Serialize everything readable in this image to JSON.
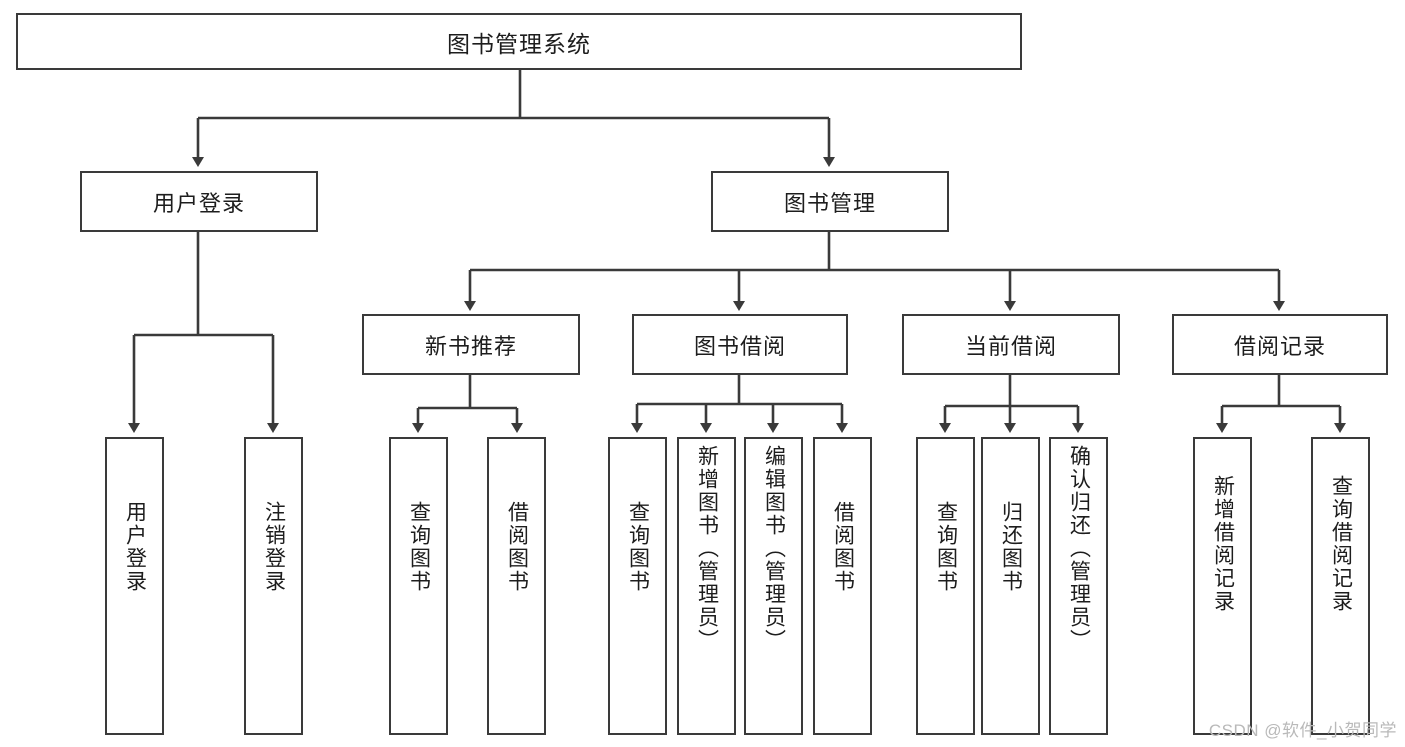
{
  "diagram": {
    "type": "tree",
    "title_node": {
      "label": "图书管理系统"
    },
    "level1": [
      {
        "label": "用户登录"
      },
      {
        "label": "图书管理"
      }
    ],
    "level2": [
      {
        "label": "新书推荐"
      },
      {
        "label": "图书借阅"
      },
      {
        "label": "当前借阅"
      },
      {
        "label": "借阅记录"
      }
    ],
    "leaves": {
      "user_login": [
        {
          "label": "用户登录"
        },
        {
          "label": "注销登录"
        }
      ],
      "new_book_recommend": [
        {
          "label": "查询图书"
        },
        {
          "label": "借阅图书"
        }
      ],
      "book_borrow": [
        {
          "label": "查询图书"
        },
        {
          "label": "新增图书（管理员）"
        },
        {
          "label": "编辑图书（管理员）"
        },
        {
          "label": "借阅图书"
        }
      ],
      "current_borrow": [
        {
          "label": "查询图书"
        },
        {
          "label": "归还图书"
        },
        {
          "label": "确认归还（管理员）"
        }
      ],
      "borrow_record": [
        {
          "label": "新增借阅记录"
        },
        {
          "label": "查询借阅记录"
        }
      ]
    }
  },
  "watermark": {
    "text": "CSDN @软件_小贺同学"
  },
  "colors": {
    "stroke": "#3a3a3a",
    "text": "#1d1d1d",
    "background": "#ffffff",
    "watermark": "#b9b9b9"
  }
}
